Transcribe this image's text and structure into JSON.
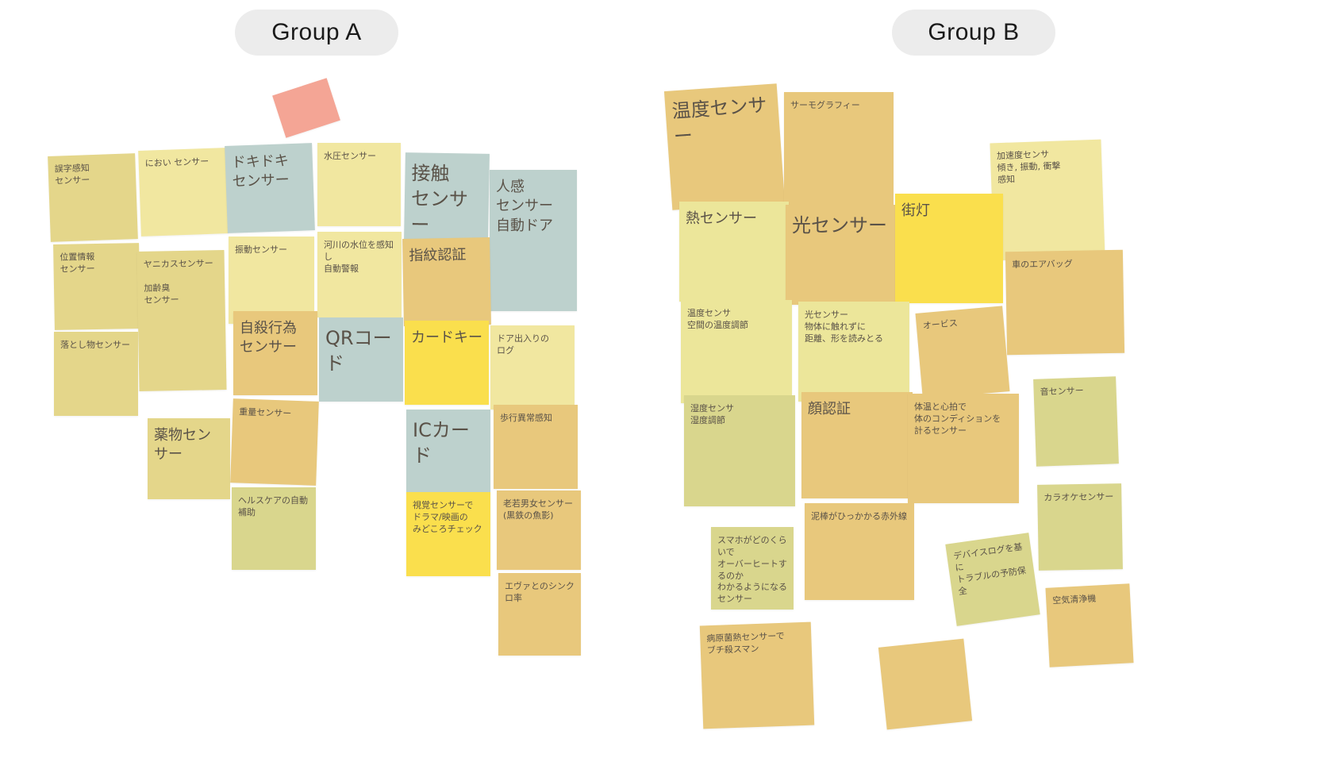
{
  "groups": {
    "a": {
      "label": "Group A"
    },
    "b": {
      "label": "Group B"
    }
  },
  "notes_a": {
    "n01": "誤字感知\nセンサー",
    "n02": "におい センサー",
    "n03": "ドキドキ\nセンサー",
    "n04": "水圧センサー",
    "n05": "接触\nセンサー",
    "n06": "人感\nセンサー\n自動ドア",
    "n07": "位置情報\nセンサー",
    "n08": "ヤニカスセンサー\n\n加齢臭\nセンサー",
    "n09": "振動センサー",
    "n10": "河川の水位を感知し\n自動警報",
    "n11": "指紋認証",
    "n12": "落とし物センサー",
    "n13": "自殺行為\nセンサー",
    "n14": "QRコード",
    "n15": "カードキー",
    "n16": "ドア出入りの\nログ",
    "n17": "薬物センサー",
    "n18": "重量センサー",
    "n19": "ICカード",
    "n20": "歩行異常感知",
    "n21": "ヘルスケアの自動補助",
    "n22": "視覚センサーで\nドラマ/映画の\nみどころチェック",
    "n23": "老若男女センサー\n(黒鉄の魚影)",
    "n24": "エヴァとのシンクロ率",
    "n25": ""
  },
  "notes_b": {
    "m01": "温度センサー",
    "m02": "サーモグラフィー",
    "m03": "加速度センサ\n傾き, 振動, 衝撃\n感知",
    "m04": "熱センサー",
    "m05": "光センサー",
    "m06": "街灯",
    "m07": "車のエアバッグ",
    "m08": "温度センサ\n空間の温度調節",
    "m09": "光センサー\n物体に触れずに\n距離、形を読みとる",
    "m10": "オービス",
    "m11": "湿度センサ\n湿度調節",
    "m12": "顔認証",
    "m13": "体温と心拍で\n体のコンディションを\n計るセンサー",
    "m14": "音センサー",
    "m15": "カラオケセンサー",
    "m16": "スマホがどのくらいで\nオーバーヒートするのか\nわかるようになるセンサー",
    "m17": "泥棒がひっかかる赤外線",
    "m18": "デバイスログを基に\nトラブルの予防保全",
    "m19": "空気清浄機",
    "m20": "病原菌熱センサーで\nブチ殺スマン",
    "m21": ""
  }
}
